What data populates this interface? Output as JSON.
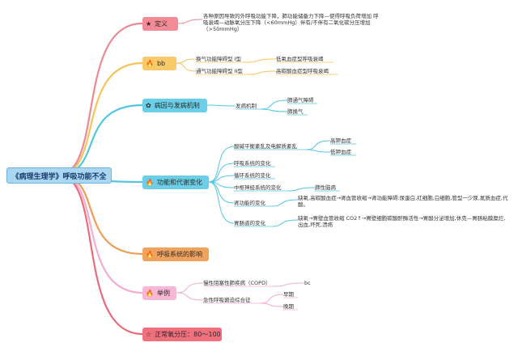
{
  "root": {
    "title": "《病理生理学》呼吸功能不全"
  },
  "topics": [
    {
      "icon": "star-icon",
      "glyph": "★",
      "label": "定义",
      "color": "#f28b95",
      "line": "#ea8a94"
    },
    {
      "icon": "fire-icon",
      "glyph": "🔥",
      "label": "bb",
      "color": "#f9c96a",
      "line": "#f5c45a"
    },
    {
      "icon": "leaf-icon",
      "glyph": "✿",
      "label": "病因与发病机制",
      "color": "#6ccfe7",
      "line": "#55c6e2"
    },
    {
      "icon": "fire-icon",
      "glyph": "🔥",
      "label": "功能和代谢变化",
      "color": "#6ccfe7",
      "line": "#55c6e2"
    },
    {
      "icon": "fire-icon",
      "glyph": "🔥",
      "label": "呼吸系统的影响",
      "color": "#f0a35c",
      "line": "#ee9d55"
    },
    {
      "icon": "fire-icon",
      "glyph": "🔥",
      "label": "举例",
      "color": "#f6b8d6",
      "line": "#f3add0"
    },
    {
      "icon": "star-icon",
      "glyph": "☆",
      "label": "正常氧分压：80～100",
      "color": "#f0707e",
      "line": "#ec6b7a"
    }
  ],
  "definition": {
    "text": "各种原因导致的外呼吸功能下降，肺功能储备力下降—使得呼吸负荷增加 呼吸衰竭—动脉氧分压下降（<60mmHg）伴有/不伴有二氧化碳分压增加（>50mmHg）"
  },
  "bb": {
    "items": [
      {
        "label": "换气功能障碍型 I型",
        "child": "低氧血症型呼吸衰竭"
      },
      {
        "label": "通气功能障碍型 II型",
        "child": "高碳酸血症型呼吸衰竭"
      }
    ]
  },
  "cause": {
    "label": "发病机制",
    "children": [
      "肺通气障碍",
      "肺换气"
    ]
  },
  "function": {
    "acid_base": {
      "label": "酸碱平衡紊乱及电解质紊乱",
      "children": [
        "高钾血症",
        "低钾血症"
      ]
    },
    "respiratory": "呼吸系统的变化",
    "circulatory": "循环系统的变化",
    "cns": {
      "label": "中枢神经系统的变化",
      "child": "肺性脑病"
    },
    "renal": {
      "label": "肾功能的变化",
      "child": "缺氧,高碳酸血症→肾血管收缩→肾功能障碍:尿蛋白,红细胞,白细胞,管型一少尿,氮质血症,代酸。"
    },
    "gi": {
      "label": "胃肠道的变化",
      "child": "缺氧→胃壁血管收缩 CO2↑→胃壁细胞碳酸酐酶活性→胃酸分泌增加,休克—胃肠粘膜糜烂,出血,坏死,溃疡"
    }
  },
  "example": {
    "copd": {
      "label": "慢性阻塞性肺疾病（COPD）",
      "child": "bc"
    },
    "ards": {
      "label": "急性呼吸窘迫综合征",
      "children": [
        "早期",
        "晚期"
      ]
    }
  }
}
